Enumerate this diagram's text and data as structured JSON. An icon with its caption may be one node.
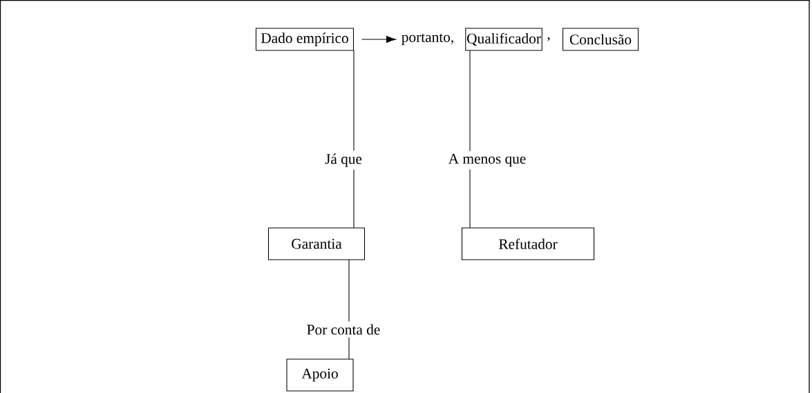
{
  "diagram": {
    "nodes": [
      {
        "text": [
          "Dado empírico"
        ]
      },
      {
        "text": [
          "portanto,"
        ]
      },
      {
        "text": [
          "Qualificador"
        ]
      },
      {
        "text": [
          "Conclusão"
        ]
      },
      {
        "text": [
          "Garantia"
        ]
      },
      {
        "text": [
          "Refutador"
        ]
      },
      {
        "text": [
          "Apoio"
        ]
      }
    ],
    "edges": [
      {
        "from": 0,
        "to": 1,
        "arrow": "to"
      },
      {
        "from": 0,
        "to": 4,
        "arrow": "none",
        "label": "Já que"
      },
      {
        "from": 1,
        "to": 5,
        "arrow": "none",
        "label": "A menos que"
      },
      {
        "from": 4,
        "to": 6,
        "arrow": "none",
        "label": "Por conta de"
      }
    ],
    "labels": [
      ","
    ]
  }
}
